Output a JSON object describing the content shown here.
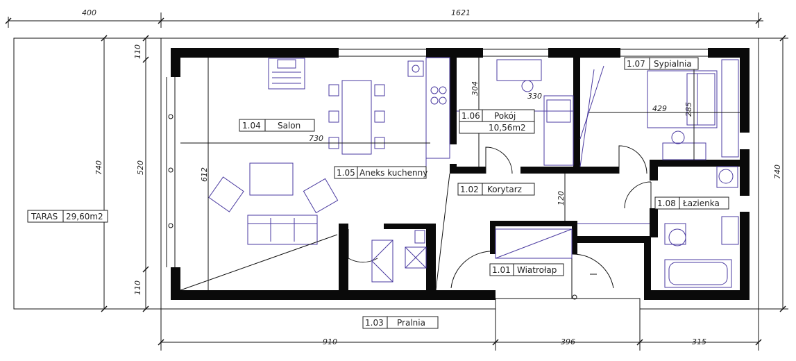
{
  "dimensions": {
    "top_terrace": "400",
    "top_overall": "1621",
    "left_terrace": "740",
    "left_mid": "520",
    "left_top": "110",
    "left_bottom": "110",
    "right_overall": "740",
    "bottom_a": "910",
    "bottom_b": "396",
    "bottom_c": "315",
    "salon_width": "730",
    "salon_depth": "612",
    "pokoj_height": "304",
    "pokoj_width": "330",
    "sypialnia_width": "429",
    "sypialnia_height": "285",
    "korytarz_width": "120"
  },
  "rooms": {
    "terrace": {
      "label": "TARAS",
      "area": "29,60m2"
    },
    "salon": {
      "number": "1.04",
      "name": "Salon"
    },
    "aneks": {
      "number": "1.05",
      "name": "Aneks kuchenny"
    },
    "pokoj": {
      "number": "1.06",
      "name": "Pokój",
      "area": "10,56m2"
    },
    "sypialnia": {
      "number": "1.07",
      "name": "Sypialnia"
    },
    "korytarz": {
      "number": "1.02",
      "name": "Korytarz"
    },
    "lazienka": {
      "number": "1.08",
      "name": "Łazienka"
    },
    "wiatrolap": {
      "number": "1.01",
      "name": "Wiatrołap"
    },
    "pralnia": {
      "number": "1.03",
      "name": "Pralnia"
    }
  }
}
